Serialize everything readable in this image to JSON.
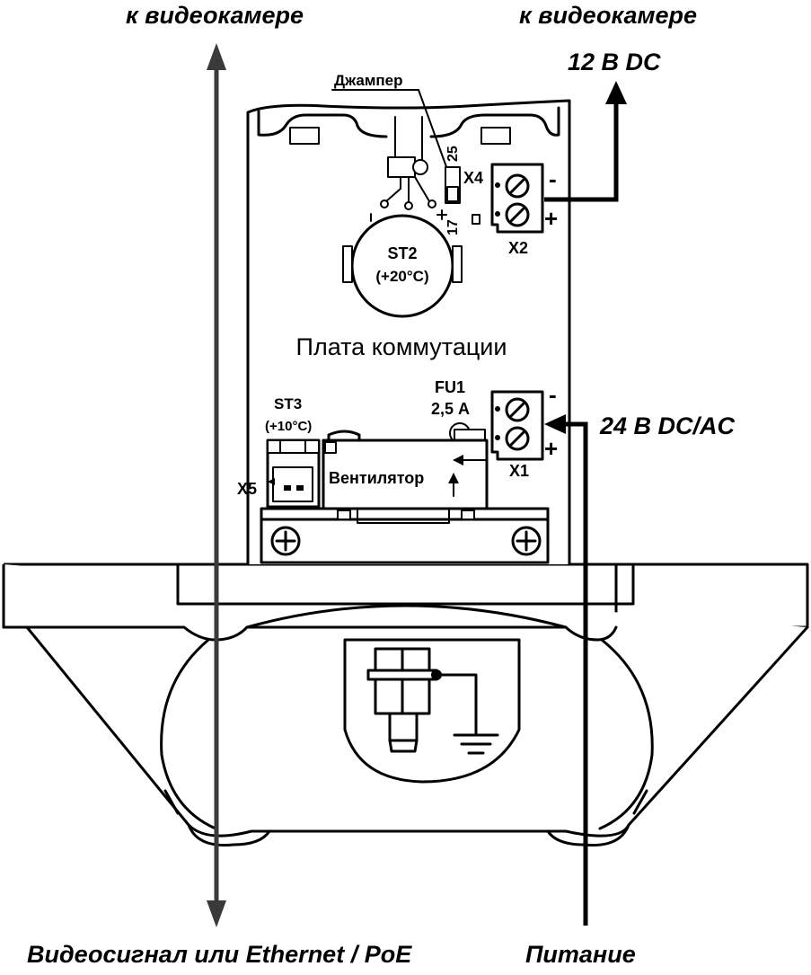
{
  "labels": {
    "to_camera_left": "к видеокамере",
    "to_camera_right": "к видеокамере",
    "voltage_12": "12 В DC",
    "jumper": "Джампер",
    "jumper_25": "25",
    "jumper_17": "17",
    "x4": "X4",
    "x2": "X2",
    "x1": "X1",
    "x5": "X5",
    "minus": "-",
    "plus": "+",
    "st2_name": "ST2",
    "st2_temp": "(+20°C)",
    "board_title": "Плата коммутации",
    "fu1_name": "FU1",
    "fu1_rating": "2,5 А",
    "voltage_24": "24 В DC/AC",
    "st3_name": "ST3",
    "st3_temp": "(+10°C)",
    "fan": "Вентилятор",
    "bottom_left": "Видеосигнал или Ethernet / PoE",
    "bottom_right": "Питание"
  }
}
